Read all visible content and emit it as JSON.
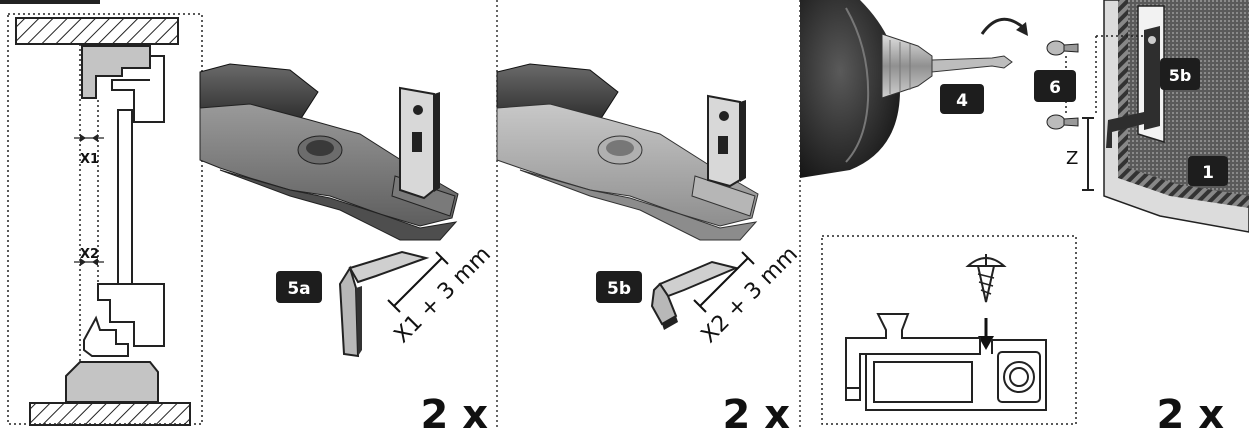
{
  "panel_a": {
    "x1_label": "X1",
    "x2_label": "X2"
  },
  "panel_b": {
    "badge": "5a",
    "dim_text": "X1 + 3 mm",
    "count": "2 x"
  },
  "panel_c": {
    "badge": "5b",
    "dim_text": "X2 + 3 mm",
    "count": "2 x"
  },
  "panel_d": {
    "badge_drill": "4",
    "badge_screws": "6",
    "badge_bracket": "5b",
    "badge_frame": "1",
    "z_label": "Z",
    "count": "2 x"
  }
}
